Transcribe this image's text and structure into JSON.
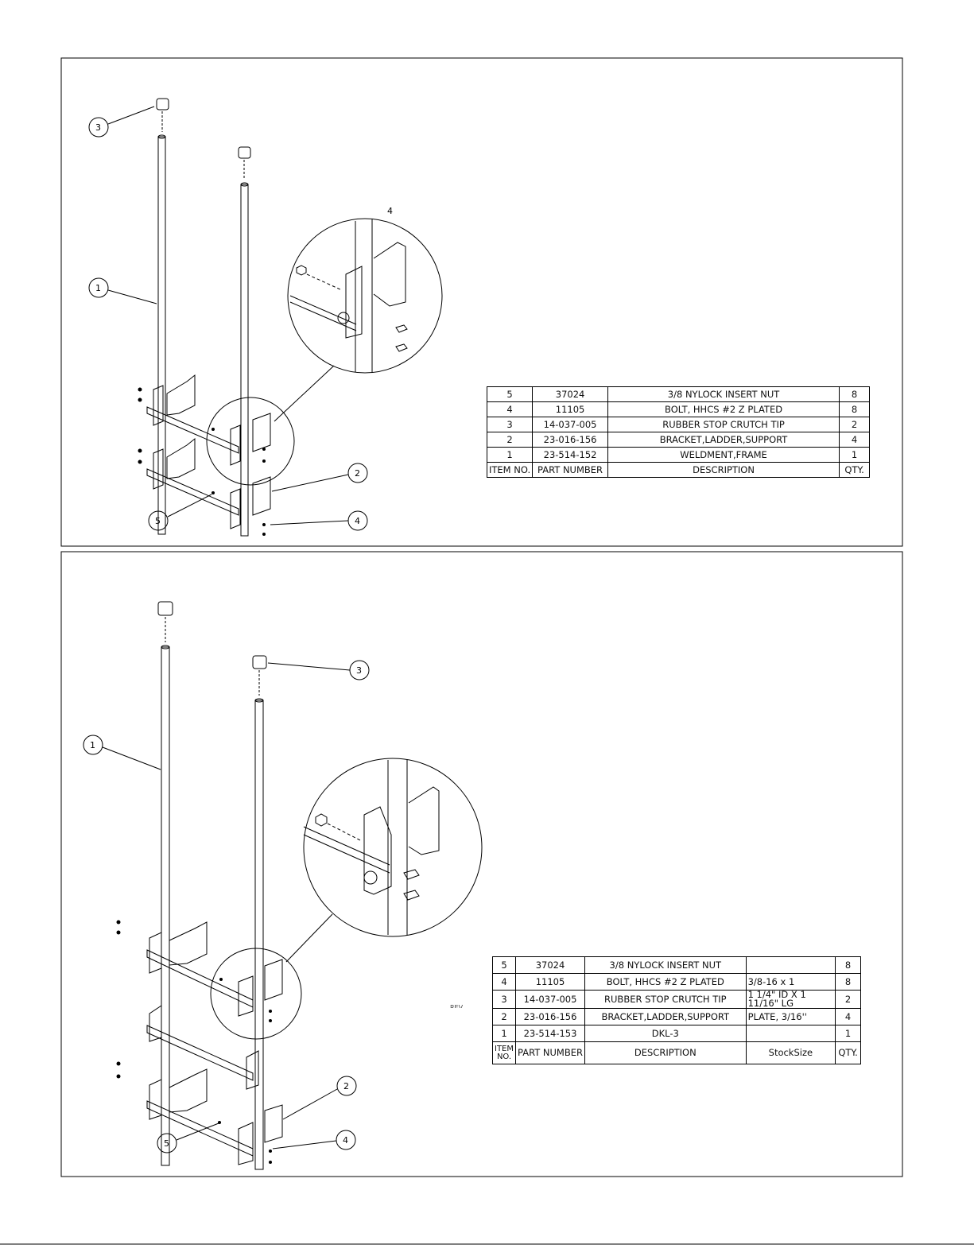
{
  "panel1": {
    "balloons": {
      "b3": "3",
      "b1": "1",
      "b2": "2",
      "b5": "5",
      "b4": "4"
    },
    "detail_label": "4",
    "bom": {
      "headers": [
        "ITEM NO.",
        "PART NUMBER",
        "DESCRIPTION",
        "QTY."
      ],
      "rows": [
        [
          "5",
          "37024",
          "3/8 NYLOCK INSERT NUT",
          "8"
        ],
        [
          "4",
          "11105",
          "BOLT, HHCS #2 Z PLATED",
          "8"
        ],
        [
          "3",
          "14-037-005",
          "RUBBER STOP CRUTCH TIP",
          "2"
        ],
        [
          "2",
          "23-016-156",
          "BRACKET,LADDER,SUPPORT",
          "4"
        ],
        [
          "1",
          "23-514-152",
          "WELDMENT,FRAME",
          "1"
        ]
      ]
    }
  },
  "panel2": {
    "balloons": {
      "b3": "3",
      "b1": "1",
      "b2": "2",
      "b5": "5",
      "b4": "4"
    },
    "rev_text": "REV",
    "bom": {
      "headers": [
        "ITEM NO.",
        "PART NUMBER",
        "DESCRIPTION",
        "StockSize",
        "QTY."
      ],
      "rows": [
        [
          "5",
          "37024",
          "3/8 NYLOCK INSERT NUT",
          "",
          "8"
        ],
        [
          "4",
          "11105",
          "BOLT, HHCS #2 Z PLATED",
          "3/8-16 x 1",
          "8"
        ],
        [
          "3",
          "14-037-005",
          "RUBBER STOP CRUTCH TIP",
          "1 1/4\" ID X 1 11/16\" LG",
          "2"
        ],
        [
          "2",
          "23-016-156",
          "BRACKET,LADDER,SUPPORT",
          "PLATE, 3/16''",
          "4"
        ],
        [
          "1",
          "23-514-153",
          "DKL-3",
          "",
          "1"
        ]
      ]
    }
  }
}
